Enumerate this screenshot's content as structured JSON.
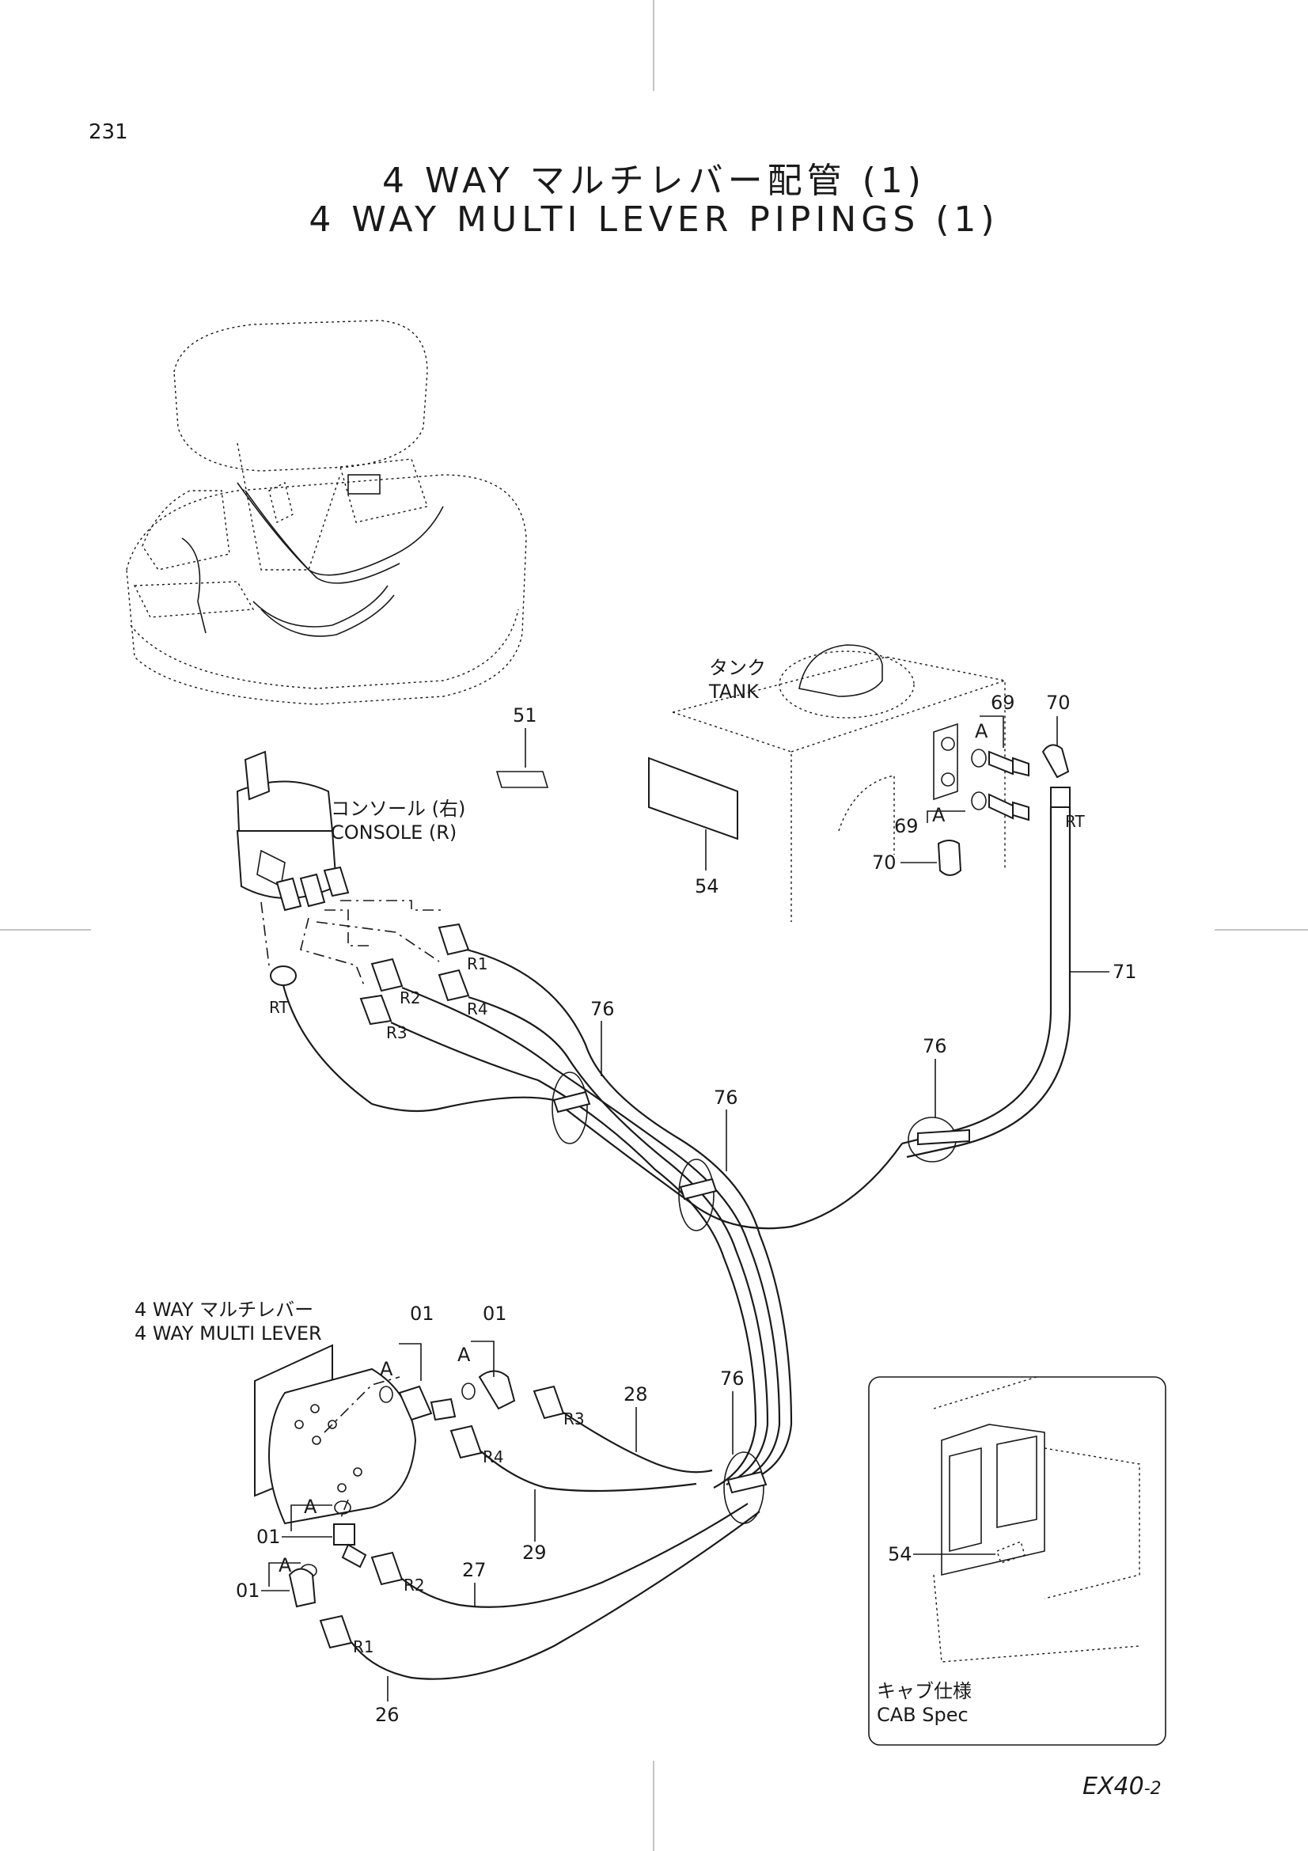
{
  "page_number": "231",
  "title_jp": "4 WAY マルチレバー配管 (1)",
  "title_en": "4 WAY MULTI LEVER PIPINGS (1)",
  "model": {
    "base": "EX40",
    "suffix": "-2"
  },
  "labels": {
    "tank_jp": "タンク",
    "tank_en": "TANK",
    "console_jp": "コンソール (右)",
    "console_en": "CONSOLE (R)",
    "lever_jp": "4 WAY マルチレバー",
    "lever_en": "4 WAY MULTI LEVER",
    "cab_jp": "キャブ仕様",
    "cab_en": "CAB Spec"
  },
  "callouts": {
    "p51": "51",
    "p54": "54",
    "p54_cab": "54",
    "p69_top": "69",
    "p69_bot": "69",
    "p70_top": "70",
    "p70_bot": "70",
    "p71": "71",
    "p76_a": "76",
    "p76_b": "76",
    "p76_c": "76",
    "p76_d": "76",
    "p01_a": "01",
    "p01_b": "01",
    "p01_c": "01",
    "p01_d": "01",
    "p26": "26",
    "p27": "27",
    "p28": "28",
    "p29": "29"
  },
  "ports": {
    "r1_top": "R1",
    "r2_top": "R2",
    "r3_top": "R3",
    "r4_top": "R4",
    "rt_left": "RT",
    "rt_right": "RT",
    "r1_bot": "R1",
    "r2_bot": "R2",
    "r3_bot": "R3",
    "r4_bot": "R4"
  },
  "section_marks": {
    "a1": "A",
    "a2": "A",
    "a3": "A",
    "a4": "A",
    "a5": "A",
    "a6": "A"
  }
}
